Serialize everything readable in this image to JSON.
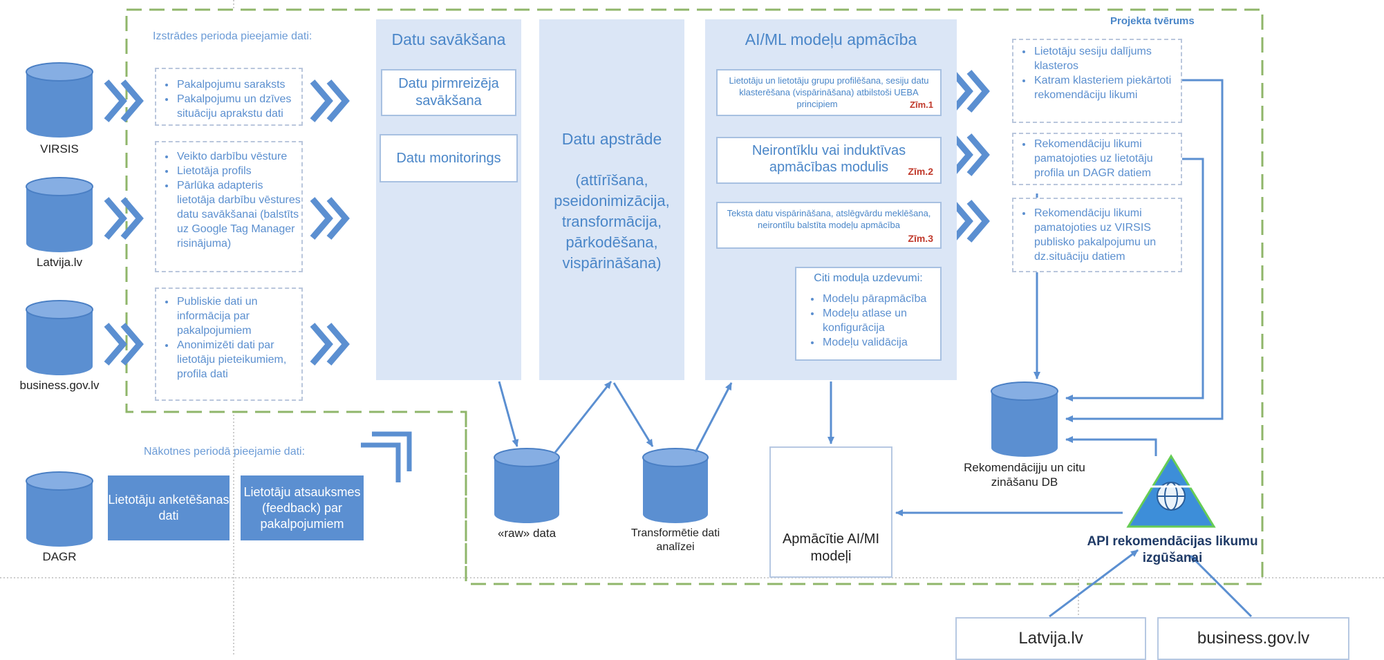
{
  "scope_title": "Projekta tvērums",
  "dev_period_header": "Izstrādes perioda pieejamie dati:",
  "future_period_header": "Nākotnes periodā pieejamie dati:",
  "sources": [
    {
      "label": "VIRSIS",
      "items": [
        "Pakalpojumu saraksts",
        "Pakalpojumu un dzīves situāciju aprakstu dati"
      ]
    },
    {
      "label": "Latvija.lv",
      "items": [
        "Veikto darbību vēsture",
        "Lietotāja profils",
        "Pārlūka adapteris lietotāja darbību vēstures datu savākšanai (balstīts uz Google Tag Manager risinājuma)"
      ]
    },
    {
      "label": "business.gov.lv",
      "items": [
        "Publiskie dati un informācija par pakalpojumiem",
        "Anonimizēti dati par lietotāju pieteikumiem, profila dati"
      ]
    }
  ],
  "collection": {
    "title": "Datu  savākšana",
    "box1": "Datu pirmreizēja savākšana",
    "box2": "Datu monitorings"
  },
  "processing": {
    "title": "Datu apstrāde",
    "subtitle": "(attīrīšana, pseidonimizācija, transformācija, pārkodēšana, vispārināšana)"
  },
  "aiml": {
    "title": "AI/ML modeļu apmācība",
    "box1": {
      "text": "Lietotāju un lietotāju grupu profilēšana, sesiju datu klasterēšana (vispārināšana) atbilstoši UEBA principiem",
      "ref": "Zīm.1"
    },
    "box2": {
      "text": "Neirontīklu vai induktīvas apmācības modulis",
      "ref": "Zīm.2"
    },
    "box3": {
      "text": "Teksta datu vispārināšana, atslēgvārdu meklēšana, neirontīlu balstīta modeļu apmācība",
      "ref": "Zīm.3"
    },
    "other_title": "Citi moduļa uzdevumi:",
    "other_items": [
      "Modeļu pārapmācība",
      "Modeļu atlase un konfigurācija",
      "Modeļu validācija"
    ]
  },
  "outputs": [
    [
      "Lietotāju sesiju dalījums klasteros",
      "Katram klasteriem piekārtoti rekomendāciju likumi"
    ],
    [
      "Rekomendāciju likumi pamatojoties uz lietotāju profila un DAGR datiem"
    ],
    [
      "Rekomendāciju likumi pamatojoties uz VIRSIS publisko pakalpojumu un dz.situāciju datiem"
    ]
  ],
  "raw_label": "«raw» data",
  "transformed_label": "Transformētie dati analīzei",
  "trained_label": "Apmācītie AI/MI modeļi",
  "knowledge_db_label": "Rekomendācijju un citu zināšanu DB",
  "api_label": "API rekomendācijas likumu izgūšanai",
  "dagr_label": "DAGR",
  "survey_label": "Lietotāju anketēšanas dati",
  "feedback_label": "Lietotāju atsauksmes (feedback) par pakalpojumiem",
  "consumers": [
    "Latvija.lv",
    "business.gov.lv"
  ],
  "colors": {
    "accent": "#5b8fd1",
    "scope": "#8fb66a",
    "panel": "#dbe6f6",
    "ref": "#c0392b"
  }
}
